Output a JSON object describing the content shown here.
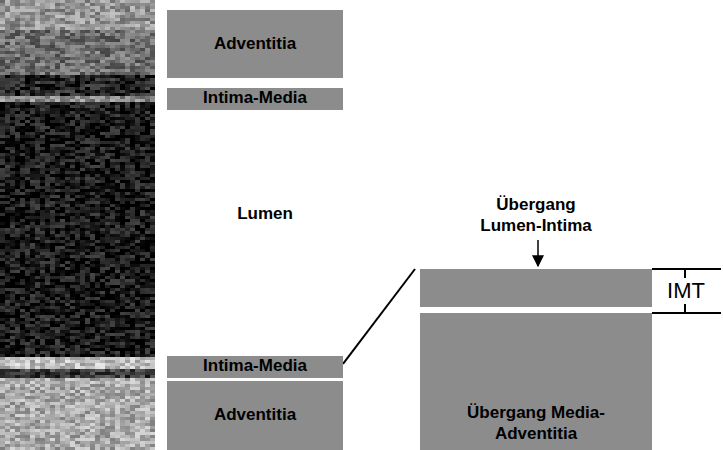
{
  "diagram": {
    "nodes": [
      {
        "text": [
          "Adventitia"
        ]
      },
      {
        "text": [
          "Intima-Media"
        ]
      },
      {
        "text": [
          "Intima-Media"
        ]
      },
      {
        "text": [
          "Adventitia"
        ]
      },
      {
        "text": [
          "Übergang Lumen-Intima"
        ]
      },
      {
        "text": [
          "Übergang Media-Adventitia"
        ]
      }
    ],
    "edges": [
      {
        "from": 2,
        "to": 4,
        "arrow": "none"
      }
    ],
    "labels": [
      "Lumen",
      "IMT"
    ]
  }
}
